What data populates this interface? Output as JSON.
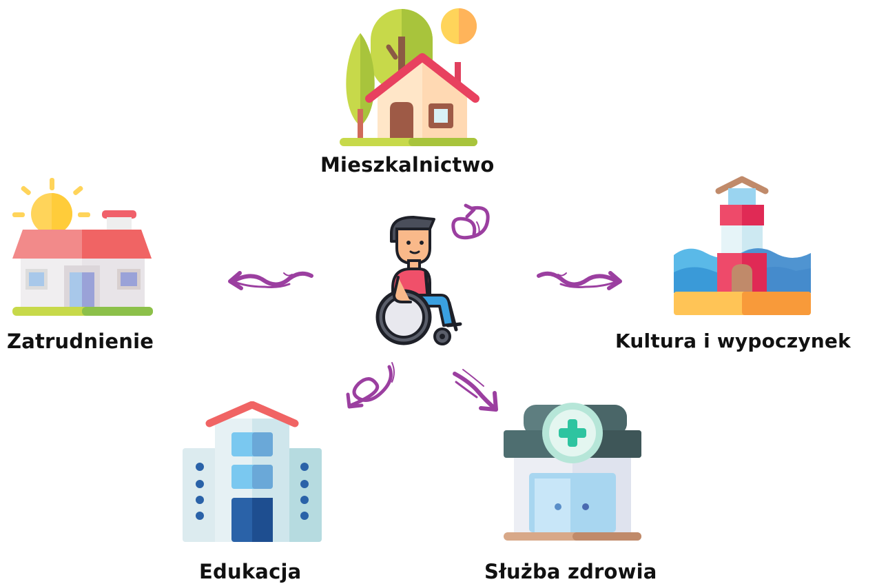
{
  "labels": {
    "housing": "Mieszkalnictwo",
    "employment": "Zatrudnienie",
    "culture": "Kultura i wypoczynek",
    "education": "Edukacja",
    "health": "Służba zdrowia"
  },
  "icons": {
    "center": "wheelchair-user-icon",
    "housing": "house-with-trees-icon",
    "employment": "sunny-house-icon",
    "culture": "lighthouse-icon",
    "education": "school-building-icon",
    "health": "hospital-icon"
  },
  "colors": {
    "arrow": "#9b3fa0",
    "label": "#111111"
  }
}
